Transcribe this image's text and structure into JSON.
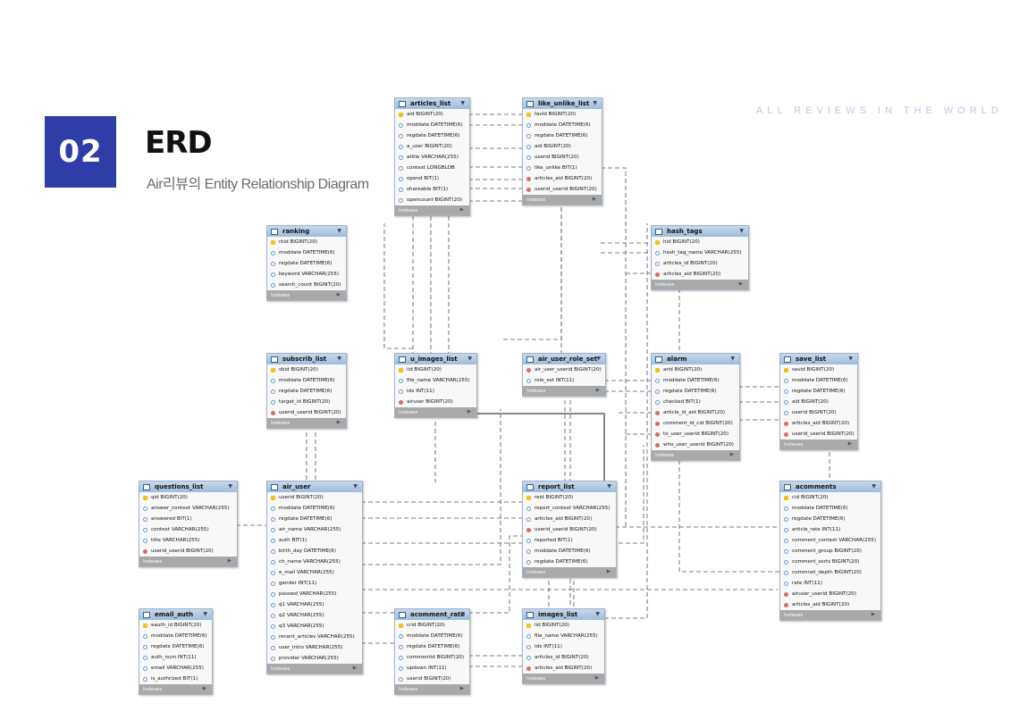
{
  "section_number": "02",
  "title": "ERD",
  "subtitle": "Air리뷰의 Entity Relationship Diagram",
  "tagline": "ALL REVIEWS IN THE WORLD",
  "indexes_label": "Indexes",
  "tables": [
    {
      "name": "articles_list",
      "columns": [
        {
          "text": "aid BIGINT(20)",
          "key": "pk"
        },
        {
          "text": "moddate DATETIME(6)",
          "key": "col"
        },
        {
          "text": "regdate DATETIME(6)",
          "key": "col"
        },
        {
          "text": "a_user BIGINT(20)",
          "key": "col"
        },
        {
          "text": "atitle VARCHAR(255)",
          "key": "col"
        },
        {
          "text": "context LONGBLOB",
          "key": "col"
        },
        {
          "text": "opend BIT(1)",
          "key": "col"
        },
        {
          "text": "shareable BIT(1)",
          "key": "col"
        },
        {
          "text": "opencount BIGINT(20)",
          "key": "col"
        }
      ]
    },
    {
      "name": "like_unlike_list",
      "columns": [
        {
          "text": "favid BIGINT(20)",
          "key": "pk"
        },
        {
          "text": "moddate DATETIME(6)",
          "key": "col"
        },
        {
          "text": "regdate DATETIME(6)",
          "key": "col"
        },
        {
          "text": "aid BIGINT(20)",
          "key": "col"
        },
        {
          "text": "userid BIGINT(20)",
          "key": "col"
        },
        {
          "text": "like_unlike BIT(1)",
          "key": "col"
        },
        {
          "text": "articles_aid BIGINT(20)",
          "key": "fk"
        },
        {
          "text": "userid_userid BIGINT(20)",
          "key": "fk"
        }
      ]
    },
    {
      "name": "ranking",
      "columns": [
        {
          "text": "rkid BIGINT(20)",
          "key": "pk"
        },
        {
          "text": "moddate DATETIME(6)",
          "key": "col"
        },
        {
          "text": "regdate DATETIME(6)",
          "key": "col"
        },
        {
          "text": "keyword VARCHAR(255)",
          "key": "col"
        },
        {
          "text": "search_count BIGINT(20)",
          "key": "col"
        }
      ]
    },
    {
      "name": "hash_tags",
      "columns": [
        {
          "text": "hid BIGINT(20)",
          "key": "pk"
        },
        {
          "text": "hash_tag_name VARCHAR(255)",
          "key": "col"
        },
        {
          "text": "articles_id BIGINT(20)",
          "key": "col"
        },
        {
          "text": "articles_aid BIGINT(20)",
          "key": "fk"
        }
      ]
    },
    {
      "name": "subscrib_list",
      "columns": [
        {
          "text": "sbid BIGINT(20)",
          "key": "pk"
        },
        {
          "text": "moddate DATETIME(6)",
          "key": "col"
        },
        {
          "text": "regdate DATETIME(6)",
          "key": "col"
        },
        {
          "text": "target_id BIGINT(20)",
          "key": "col"
        },
        {
          "text": "userid_userid BIGINT(20)",
          "key": "fk"
        }
      ]
    },
    {
      "name": "u_images_list",
      "columns": [
        {
          "text": "iid BIGINT(20)",
          "key": "pk"
        },
        {
          "text": "file_name VARCHAR(255)",
          "key": "col"
        },
        {
          "text": "idx INT(11)",
          "key": "col"
        },
        {
          "text": "airuser BIGINT(20)",
          "key": "fk"
        }
      ]
    },
    {
      "name": "air_user_role_set",
      "columns": [
        {
          "text": "air_user_userid BIGINT(20)",
          "key": "fk"
        },
        {
          "text": "role_set INT(11)",
          "key": "col"
        }
      ]
    },
    {
      "name": "alarm",
      "columns": [
        {
          "text": "arid BIGINT(20)",
          "key": "pk"
        },
        {
          "text": "moddate DATETIME(6)",
          "key": "col"
        },
        {
          "text": "regdate DATETIME(6)",
          "key": "col"
        },
        {
          "text": "checked BIT(1)",
          "key": "col"
        },
        {
          "text": "article_id_aid BIGINT(20)",
          "key": "fk"
        },
        {
          "text": "comment_id_cid BIGINT(20)",
          "key": "fk"
        },
        {
          "text": "to_user_userid BIGINT(20)",
          "key": "fk"
        },
        {
          "text": "who_user_userid BIGINT(20)",
          "key": "fk"
        }
      ]
    },
    {
      "name": "save_list",
      "columns": [
        {
          "text": "savid BIGINT(20)",
          "key": "pk"
        },
        {
          "text": "moddate DATETIME(6)",
          "key": "col"
        },
        {
          "text": "regdate DATETIME(6)",
          "key": "col"
        },
        {
          "text": "aid BIGINT(20)",
          "key": "col"
        },
        {
          "text": "userid BIGINT(20)",
          "key": "col"
        },
        {
          "text": "articles_aid BIGINT(20)",
          "key": "fk"
        },
        {
          "text": "userid_userid BIGINT(20)",
          "key": "fk"
        }
      ]
    },
    {
      "name": "questions_list",
      "columns": [
        {
          "text": "qid BIGINT(20)",
          "key": "pk"
        },
        {
          "text": "answer_context VARCHAR(255)",
          "key": "col"
        },
        {
          "text": "answered BIT(1)",
          "key": "col"
        },
        {
          "text": "context VARCHAR(255)",
          "key": "col"
        },
        {
          "text": "title VARCHAR(255)",
          "key": "col"
        },
        {
          "text": "userid_userid BIGINT(20)",
          "key": "fk"
        }
      ]
    },
    {
      "name": "air_user",
      "columns": [
        {
          "text": "userid BIGINT(20)",
          "key": "pk"
        },
        {
          "text": "moddate DATETIME(6)",
          "key": "col"
        },
        {
          "text": "regdate DATETIME(6)",
          "key": "col"
        },
        {
          "text": "air_name VARCHAR(255)",
          "key": "col"
        },
        {
          "text": "auth BIT(1)",
          "key": "col"
        },
        {
          "text": "birth_day DATETIME(6)",
          "key": "col"
        },
        {
          "text": "ch_name VARCHAR(255)",
          "key": "col"
        },
        {
          "text": "e_mail VARCHAR(255)",
          "key": "col"
        },
        {
          "text": "gender INT(11)",
          "key": "col"
        },
        {
          "text": "passwd VARCHAR(255)",
          "key": "col"
        },
        {
          "text": "q1 VARCHAR(255)",
          "key": "col"
        },
        {
          "text": "q2 VARCHAR(255)",
          "key": "col"
        },
        {
          "text": "q3 VARCHAR(255)",
          "key": "col"
        },
        {
          "text": "recent_articles VARCHAR(255)",
          "key": "col"
        },
        {
          "text": "user_intro VARCHAR(255)",
          "key": "col"
        },
        {
          "text": "provider VARCHAR(255)",
          "key": "col"
        }
      ]
    },
    {
      "name": "report_list",
      "columns": [
        {
          "text": "reid BIGINT(20)",
          "key": "pk"
        },
        {
          "text": "report_context VARCHAR(255)",
          "key": "col"
        },
        {
          "text": "articles_aid BIGINT(20)",
          "key": "col"
        },
        {
          "text": "userid_userid BIGINT(20)",
          "key": "fk"
        },
        {
          "text": "reported BIT(1)",
          "key": "col"
        },
        {
          "text": "moddate DATETIME(6)",
          "key": "col"
        },
        {
          "text": "regdate DATETIME(6)",
          "key": "col"
        }
      ]
    },
    {
      "name": "acomments",
      "columns": [
        {
          "text": "cid BIGINT(20)",
          "key": "pk"
        },
        {
          "text": "moddate DATETIME(6)",
          "key": "col"
        },
        {
          "text": "regdate DATETIME(6)",
          "key": "col"
        },
        {
          "text": "article_rate INT(11)",
          "key": "col"
        },
        {
          "text": "comment_context VARCHAR(255)",
          "key": "col"
        },
        {
          "text": "comment_group BIGINT(20)",
          "key": "col"
        },
        {
          "text": "comment_sorts BIGINT(20)",
          "key": "col"
        },
        {
          "text": "commnet_depth BIGINT(20)",
          "key": "col"
        },
        {
          "text": "rate INT(11)",
          "key": "col"
        },
        {
          "text": "airuser_userid BIGINT(20)",
          "key": "fk"
        },
        {
          "text": "articles_aid BIGINT(20)",
          "key": "fk"
        }
      ]
    },
    {
      "name": "email_auth",
      "columns": [
        {
          "text": "eauth_id BIGINT(20)",
          "key": "pk"
        },
        {
          "text": "moddate DATETIME(6)",
          "key": "col"
        },
        {
          "text": "regdate DATETIME(6)",
          "key": "col"
        },
        {
          "text": "auth_num INT(11)",
          "key": "col"
        },
        {
          "text": "email VARCHAR(255)",
          "key": "col"
        },
        {
          "text": "is_authrized BIT(1)",
          "key": "col"
        }
      ]
    },
    {
      "name": "acomment_rate",
      "columns": [
        {
          "text": "crid BIGINT(20)",
          "key": "pk"
        },
        {
          "text": "moddate DATETIME(6)",
          "key": "col"
        },
        {
          "text": "regdate DATETIME(6)",
          "key": "col"
        },
        {
          "text": "commentid BIGINT(20)",
          "key": "col"
        },
        {
          "text": "updown INT(11)",
          "key": "col"
        },
        {
          "text": "userid BIGINT(20)",
          "key": "col"
        }
      ]
    },
    {
      "name": "images_list",
      "columns": [
        {
          "text": "iid BIGINT(20)",
          "key": "pk"
        },
        {
          "text": "file_name VARCHAR(255)",
          "key": "col"
        },
        {
          "text": "idx INT(11)",
          "key": "col"
        },
        {
          "text": "articles_id BIGINT(20)",
          "key": "col"
        },
        {
          "text": "articles_aid BIGINT(20)",
          "key": "fk"
        }
      ]
    }
  ]
}
